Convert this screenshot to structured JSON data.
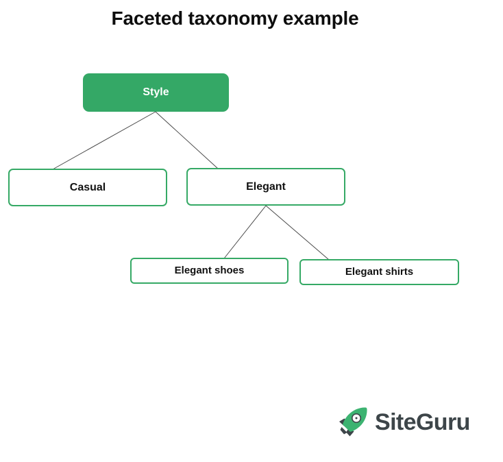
{
  "page": {
    "title": "Faceted taxonomy example",
    "background_color": "#ffffff"
  },
  "colors": {
    "brand_green": "#34a866",
    "node_border_green": "#35a965",
    "connector_gray": "#4a4a4a",
    "title_text": "#0d0d0d",
    "node_text": "#111111",
    "root_node_text": "#ffffff",
    "logo_wordmark": "#3d4549",
    "logo_rocket_body": "#3cb371",
    "logo_rocket_fins": "#3d4549"
  },
  "diagram": {
    "type": "tree",
    "nodes": [
      {
        "id": "style",
        "label": "Style",
        "level": 0,
        "style": "filled",
        "parent": null
      },
      {
        "id": "casual",
        "label": "Casual",
        "level": 1,
        "style": "outlined",
        "parent": "style"
      },
      {
        "id": "elegant",
        "label": "Elegant",
        "level": 1,
        "style": "outlined",
        "parent": "style"
      },
      {
        "id": "elegant-shoes",
        "label": "Elegant shoes",
        "level": 2,
        "style": "outlined",
        "parent": "elegant"
      },
      {
        "id": "elegant-shirts",
        "label": "Elegant shirts",
        "level": 2,
        "style": "outlined",
        "parent": "elegant"
      }
    ],
    "edges": [
      {
        "from": "style",
        "to": "casual"
      },
      {
        "from": "style",
        "to": "elegant"
      },
      {
        "from": "elegant",
        "to": "elegant-shoes"
      },
      {
        "from": "elegant",
        "to": "elegant-shirts"
      }
    ]
  },
  "logo": {
    "icon": "rocket-icon",
    "wordmark": "SiteGuru"
  }
}
